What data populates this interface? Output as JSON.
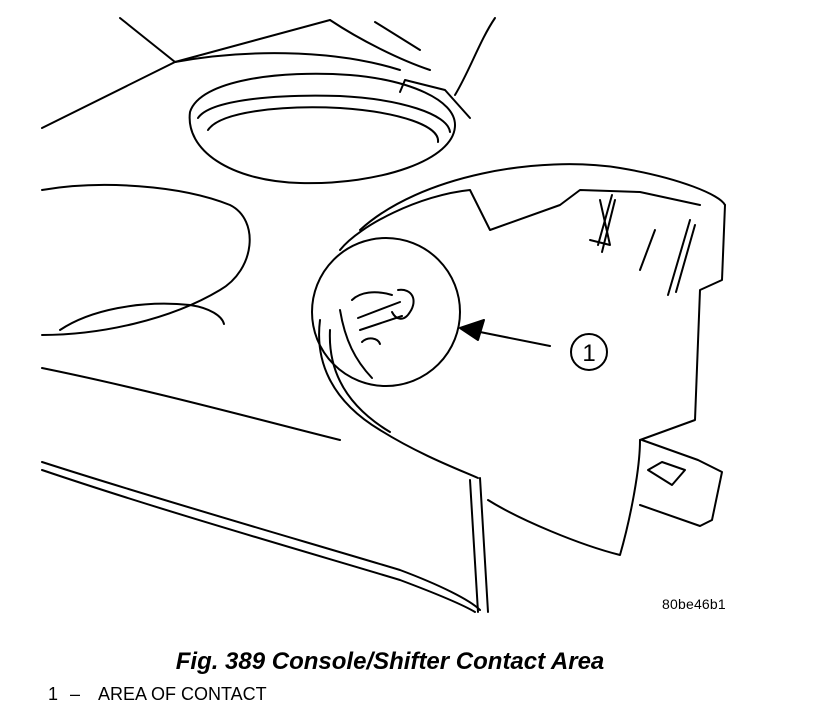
{
  "figure": {
    "callout_number": "1",
    "reference_code": "80be46b1"
  },
  "caption": "Fig. 389 Console/Shifter Contact Area",
  "legend": [
    {
      "number": "1",
      "separator": "–",
      "text": "AREA OF CONTACT"
    }
  ]
}
